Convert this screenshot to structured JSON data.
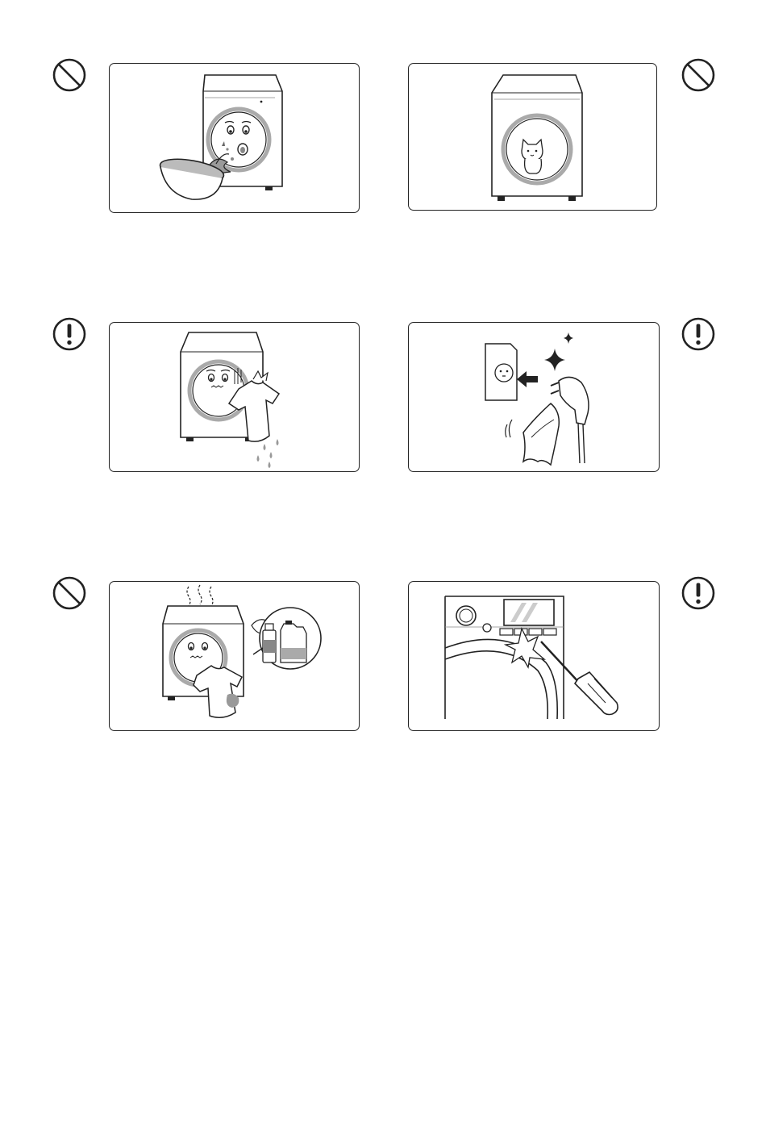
{
  "page": {
    "background": "#ffffff",
    "ink": "#222222",
    "fill_gray": "#9a9a9a"
  },
  "panels": [
    {
      "id": "panel-1",
      "symbol": "prohibition-icon",
      "scene": "washer-water-splash-bowl"
    },
    {
      "id": "panel-2",
      "symbol": "prohibition-icon",
      "scene": "washer-cat-in-drum"
    },
    {
      "id": "panel-3",
      "symbol": "caution-icon",
      "scene": "washer-wet-shirt"
    },
    {
      "id": "panel-4",
      "symbol": "caution-icon",
      "scene": "clean-power-plug"
    },
    {
      "id": "panel-5",
      "symbol": "prohibition-icon",
      "scene": "washer-chemical-bottles"
    },
    {
      "id": "panel-6",
      "symbol": "caution-icon",
      "scene": "control-panel-screwdriver"
    }
  ]
}
